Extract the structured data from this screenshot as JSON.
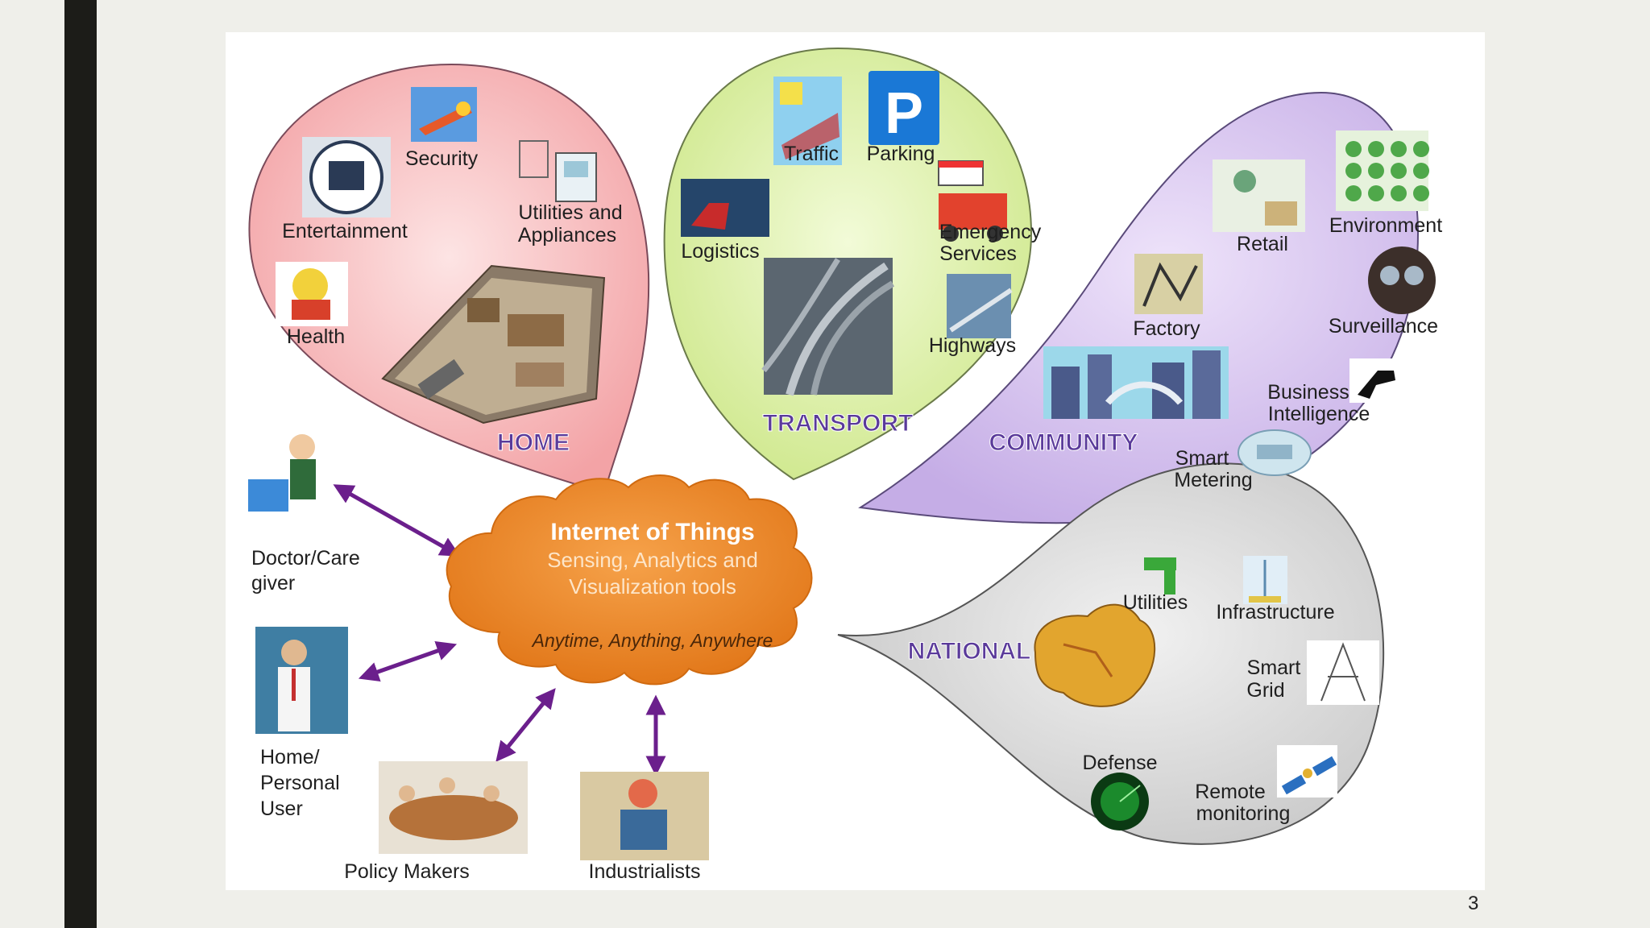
{
  "slide": {
    "page_number": "3"
  },
  "center": {
    "title": "Internet of Things",
    "subtitle_line1": "Sensing, Analytics and",
    "subtitle_line2": "Visualization tools",
    "tagline": "Anytime, Anything, Anywhere"
  },
  "home": {
    "heading": "HOME",
    "security": "Security",
    "entertainment": "Entertainment",
    "utilities_1": "Utilities and",
    "utilities_2": "Appliances",
    "health": "Health"
  },
  "transport": {
    "heading": "TRANSPORT",
    "traffic": "Traffic",
    "parking": "Parking",
    "parking_glyph": "P",
    "logistics": "Logistics",
    "emergency_1": "Emergency",
    "emergency_2": "Services",
    "highways": "Highways"
  },
  "community": {
    "heading": "COMMUNITY",
    "retail": "Retail",
    "environment": "Environment",
    "factory": "Factory",
    "surveillance": "Surveillance",
    "bi_1": "Business",
    "bi_2": "Intelligence",
    "metering_1": "Smart",
    "metering_2": "Metering"
  },
  "national": {
    "heading": "NATIONAL",
    "utilities": "Utilities",
    "infrastructure": "Infrastructure",
    "grid_1": "Smart",
    "grid_2": "Grid",
    "defense": "Defense",
    "remote_1": "Remote",
    "remote_2": "monitoring"
  },
  "users": {
    "doctor_1": "Doctor/Care",
    "doctor_2": "giver",
    "home_1": "Home/",
    "home_2": "Personal",
    "home_3": "User",
    "policy": "Policy Makers",
    "industrialists": "Industrialists"
  },
  "colors": {
    "home_bubble": "#f4a7a7",
    "transport_bubble": "#d9ef9f",
    "community_bubble": "#cdb8ea",
    "national_bubble": "#d4d4d4",
    "cloud": "#ee8a1e",
    "arrow": "#6b1f8c",
    "heading": "#5a3a9a"
  }
}
